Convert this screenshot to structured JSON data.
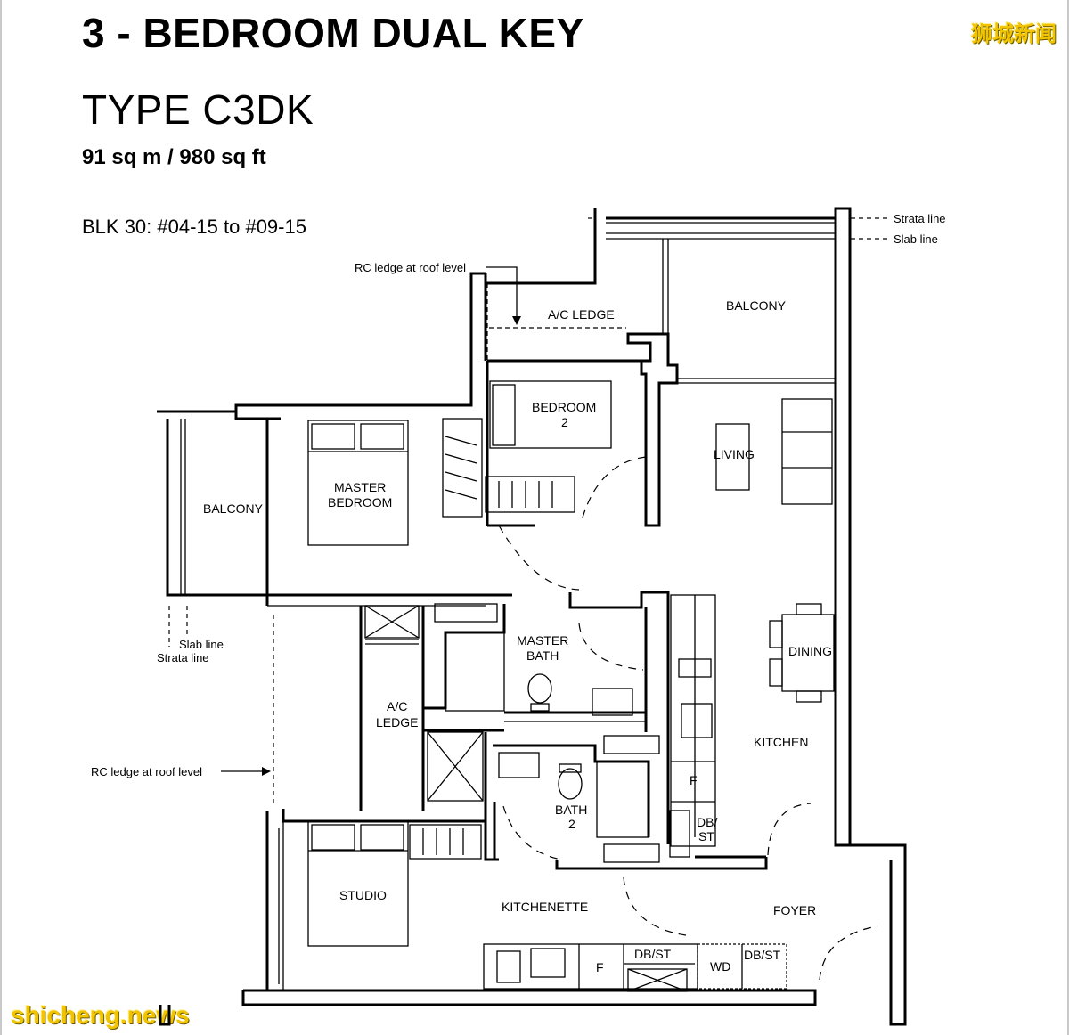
{
  "header": {
    "title": "3 - BEDROOM DUAL KEY",
    "type": "TYPE C3DK",
    "area": "91 sq m / 980 sq ft",
    "block": "BLK 30: #04-15 to #09-15"
  },
  "watermarks": {
    "top_right": "狮城新闻",
    "bottom_left": "shicheng.news"
  },
  "rooms": {
    "ac_ledge_top": "A/C LEDGE",
    "balcony_top": "BALCONY",
    "bedroom2_line1": "BEDROOM",
    "bedroom2_line2": "2",
    "living": "LIVING",
    "master_line1": "MASTER",
    "master_line2": "BEDROOM",
    "balcony_left": "BALCONY",
    "master_bath_line1": "MASTER",
    "master_bath_line2": "BATH",
    "dining": "DINING",
    "ac_ledge_mid_line1": "A/C",
    "ac_ledge_mid_line2": "LEDGE",
    "kitchen": "KITCHEN",
    "bath2_line1": "BATH",
    "bath2_line2": "2",
    "studio": "STUDIO",
    "kitchenette": "KITCHENETTE",
    "foyer": "FOYER",
    "dbst_kitchen_line1": "DB/",
    "dbst_kitchen_line2": "ST",
    "dbst_kitchenette": "DB/ST",
    "dbst_foyer": "DB/ST",
    "wd": "WD",
    "fridge_kitchen": "F",
    "fridge_kitchenette": "F"
  },
  "annotations": {
    "rc_ledge_top": "RC ledge at roof level",
    "rc_ledge_left": "RC ledge at roof level",
    "strata_line_right": "Strata line",
    "slab_line_right": "Slab line",
    "slab_line_left": "Slab line",
    "strata_line_left": "Strata line"
  }
}
